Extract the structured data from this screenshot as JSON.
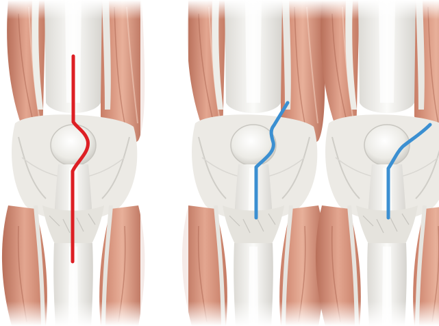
{
  "image": {
    "background": "#ffffff"
  },
  "knees": [
    {
      "id": "left",
      "incision_color": "#dd1f24"
    },
    {
      "id": "middle",
      "incision_color": "#3b8fd1"
    },
    {
      "id": "right",
      "incision_color": "#3b8fd1"
    }
  ],
  "palette": {
    "muscle_dark": "#b86f5a",
    "muscle_mid": "#d89a82",
    "muscle_light": "#efc4b2",
    "tendon": "#f1f0ec",
    "tendon_shade": "#d8d6d1",
    "bone": "#f7f6f2",
    "shadow": "#c9c7c2"
  }
}
